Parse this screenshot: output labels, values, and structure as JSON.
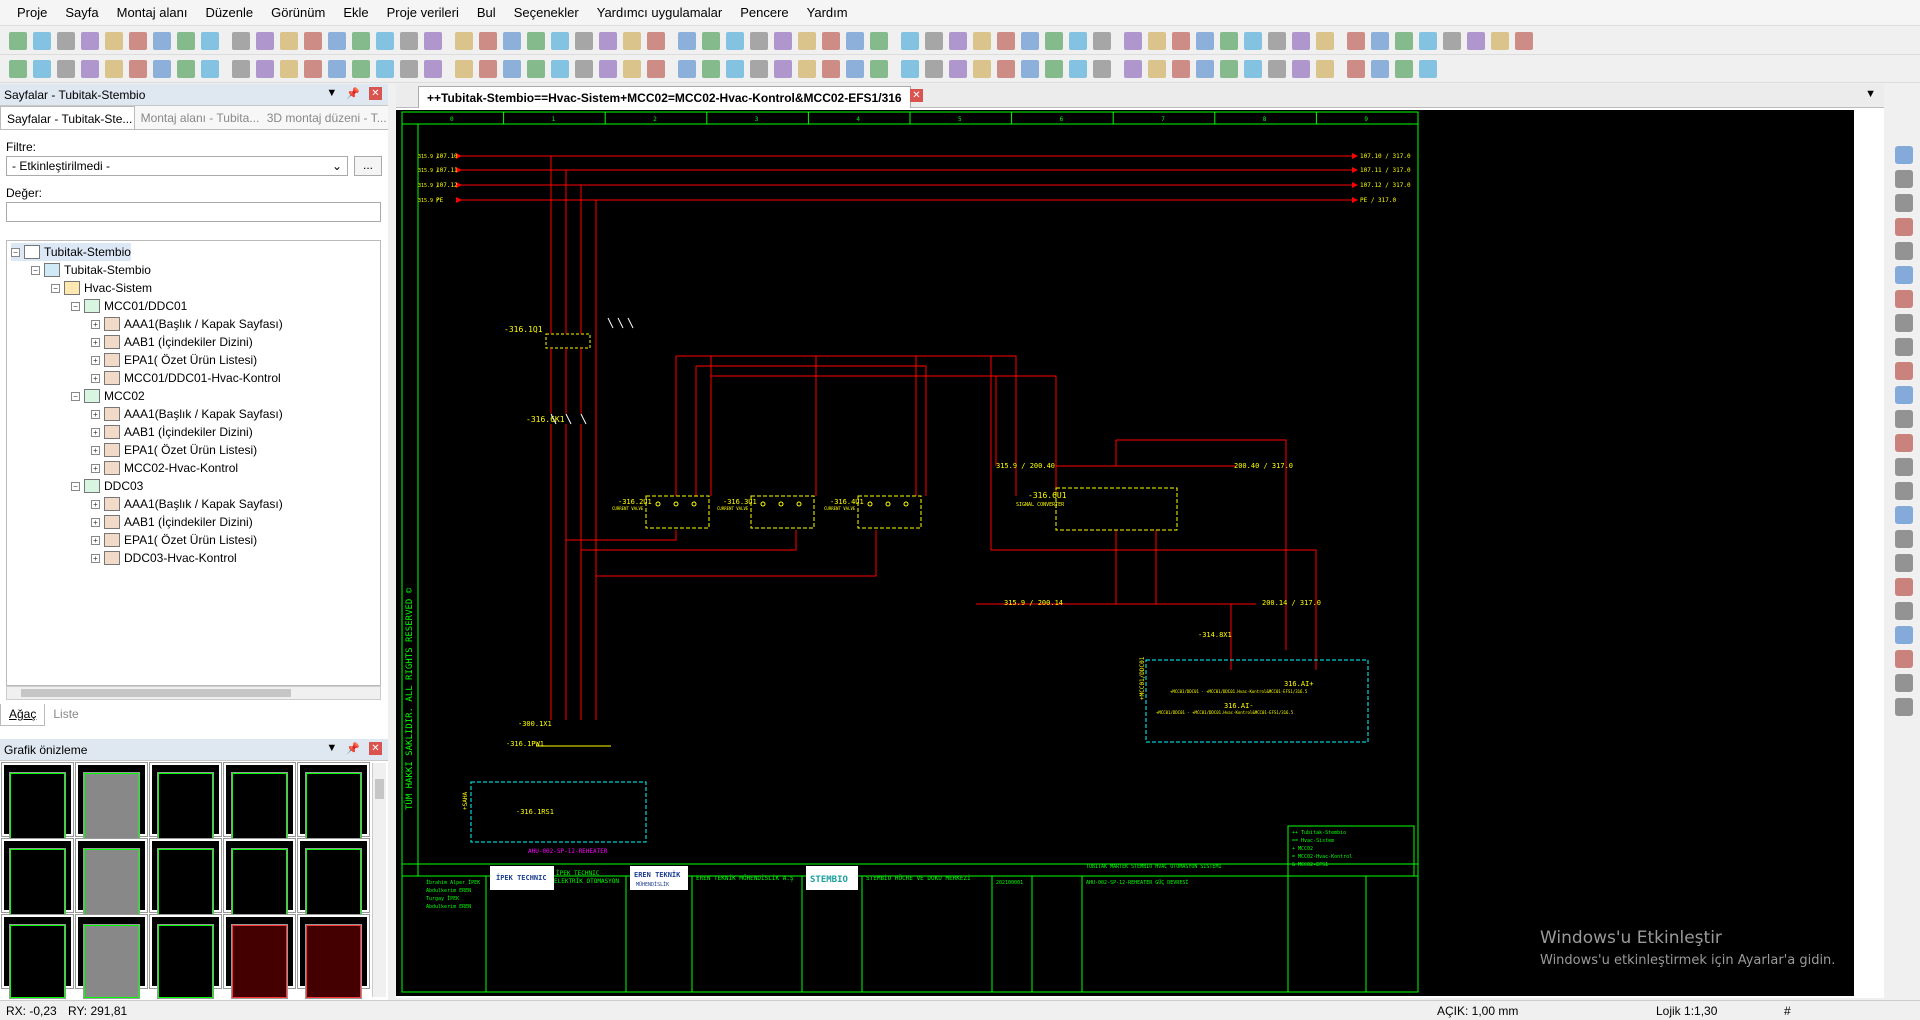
{
  "menu": [
    "Proje",
    "Sayfa",
    "Montaj alanı",
    "Düzenle",
    "Görünüm",
    "Ekle",
    "Proje verileri",
    "Bul",
    "Seçenekler",
    "Yardımcı uygulamalar",
    "Pencere",
    "Yardım"
  ],
  "pages_panel": {
    "title": "Sayfalar - Tubitak-Stembio",
    "tabs": [
      "Sayfalar - Tubitak-Ste...",
      "Montaj alanı - Tubita...",
      "3D montaj düzeni - T..."
    ],
    "filter_label": "Filtre:",
    "filter_value": "- Etkinleştirilmedi -",
    "filter_button": "...",
    "value_label": "Değer:",
    "value_input": "",
    "bottom_tabs": [
      "Ağaç",
      "Liste"
    ]
  },
  "tree": [
    {
      "label": "Tubitak-Stembio",
      "level": 0
    },
    {
      "label": "Tubitak-Stembio",
      "level": 1
    },
    {
      "label": "Hvac-Sistem",
      "level": 2
    },
    {
      "label": "MCC01/DDC01",
      "level": 3
    },
    {
      "label": "AAA1(Başlık / Kapak Sayfası)",
      "level": 4
    },
    {
      "label": "AAB1 (İçindekiler Dizini)",
      "level": 4
    },
    {
      "label": "EPA1( Özet Ürün Listesi)",
      "level": 4
    },
    {
      "label": "MCC01/DDC01-Hvac-Kontrol",
      "level": 4
    },
    {
      "label": "MCC02",
      "level": 3
    },
    {
      "label": "AAA1(Başlık / Kapak Sayfası)",
      "level": 4
    },
    {
      "label": "AAB1 (İçindekiler Dizini)",
      "level": 4
    },
    {
      "label": "EPA1( Özet Ürün Listesi)",
      "level": 4
    },
    {
      "label": "MCC02-Hvac-Kontrol",
      "level": 4
    },
    {
      "label": "DDC03",
      "level": 3
    },
    {
      "label": "AAA1(Başlık / Kapak Sayfası)",
      "level": 4
    },
    {
      "label": "AAB1 (İçindekiler Dizini)",
      "level": 4
    },
    {
      "label": "EPA1( Özet Ürün Listesi)",
      "level": 4
    },
    {
      "label": "DDC03-Hvac-Kontrol",
      "level": 4
    }
  ],
  "preview_panel": {
    "title": "Grafik önizleme"
  },
  "document_tab": {
    "title": "++Tubitak-Stembio==Hvac-Sistem+MCC02=MCC02-Hvac-Kontrol&MCC02-EFS1/316"
  },
  "drawing": {
    "columns": [
      "0",
      "1",
      "2",
      "3",
      "4",
      "5",
      "6",
      "7",
      "8",
      "9"
    ],
    "rails": [
      "107.10",
      "107.11",
      "107.12",
      "PE"
    ],
    "rail_prefix": "315.9 /",
    "right_refs": [
      "107.10 / 317.0",
      "107.11 / 317.0",
      "107.12 / 317.0",
      "PE / 317.0"
    ],
    "breaker": "-316.1Q1",
    "contactor": "-316.6K1",
    "current_valves": [
      "-316.2U1",
      "-316.3U1",
      "-316.4U1"
    ],
    "current_valve_sub": "CURRENT VALVE",
    "signal_converter": "-316.6U1",
    "signal_converter_sub": "SIGNAL CONVERTER",
    "net_top_left": "315.9 / 200.40",
    "net_top_right": "200.40 / 317.0",
    "net_bot_left": "315.9 / 200.14",
    "net_bot_right": "200.14 / 317.0",
    "terminal": "-314.8X1",
    "analog_in": "316.AI+",
    "analog_in_neg": "316.AI-",
    "plc_box_label": "+MCC01/DDC01",
    "plc_text_top": "+MCC01/DDC01 - +MCC01/DDC01.Hvac-Kontrol&MCC01-EFS1/316.5",
    "plc_text_bot": "+MCC01/DDC01 - +MCC01/DDC01.Hvac-Kontrol&MCC01-EFS1/316.5",
    "terminal_strip": "-300.1X1",
    "cable": "-316.1PW1",
    "heater": "-316.1RS1",
    "field_label": "+SAHA",
    "heater_caption": "AHU-002-SP-12-REHEATER",
    "vertical_note": "TÜM HAKKI SAKLIDIR.   ALL RIGHTS RESERVED ©",
    "legend": [
      "++ Tubitak-Stembio",
      "== Hvac-Sistem",
      "+ MCC02",
      "= MCC02-Hvac-Kontrol",
      "& MCC02-EFS1"
    ],
    "title_block": {
      "company1": "İPEK TECHNIC",
      "company1_sub": "ELEKTRİK OTOMASYON",
      "company2": "EREN TEKNİK",
      "company2_sub": "MÜHENDİSLİK",
      "company2_full": "EREN TEKNİK MÜHENDİSLİK A.Ş",
      "logo3": "STEMBIO",
      "project_name": "STEMBİO HÜCRE VE DOKU MERKEZİ",
      "project_title": "TUBITAK MARTEK STEMBIO HVAC OTOMASYON SISTEMI",
      "page_title": "AHU-002-SP-12-REHEATER GÜÇ DEVRESİ",
      "doc_no": "202100001",
      "people": [
        "İbrahim Alper İPEK",
        "Abdulkerim EREN",
        "Turgay İPEK",
        "Abdulkerim EREN"
      ]
    }
  },
  "watermark": {
    "line1": "Windows'u Etkinleştir",
    "line2": "Windows'u etkinleştirmek için Ayarlar'a gidin."
  },
  "status": {
    "rx": "RX: -0,23",
    "ry": "RY: 291,81",
    "zoom": "AÇIK: 1,00 mm",
    "scale": "Lojik 1:1,30",
    "hash": "#"
  },
  "colors": {
    "bg": "#000000",
    "frame": "#00ff00",
    "wire": "#ff0000",
    "device": "#ffff00",
    "plc": "#00ffff"
  }
}
